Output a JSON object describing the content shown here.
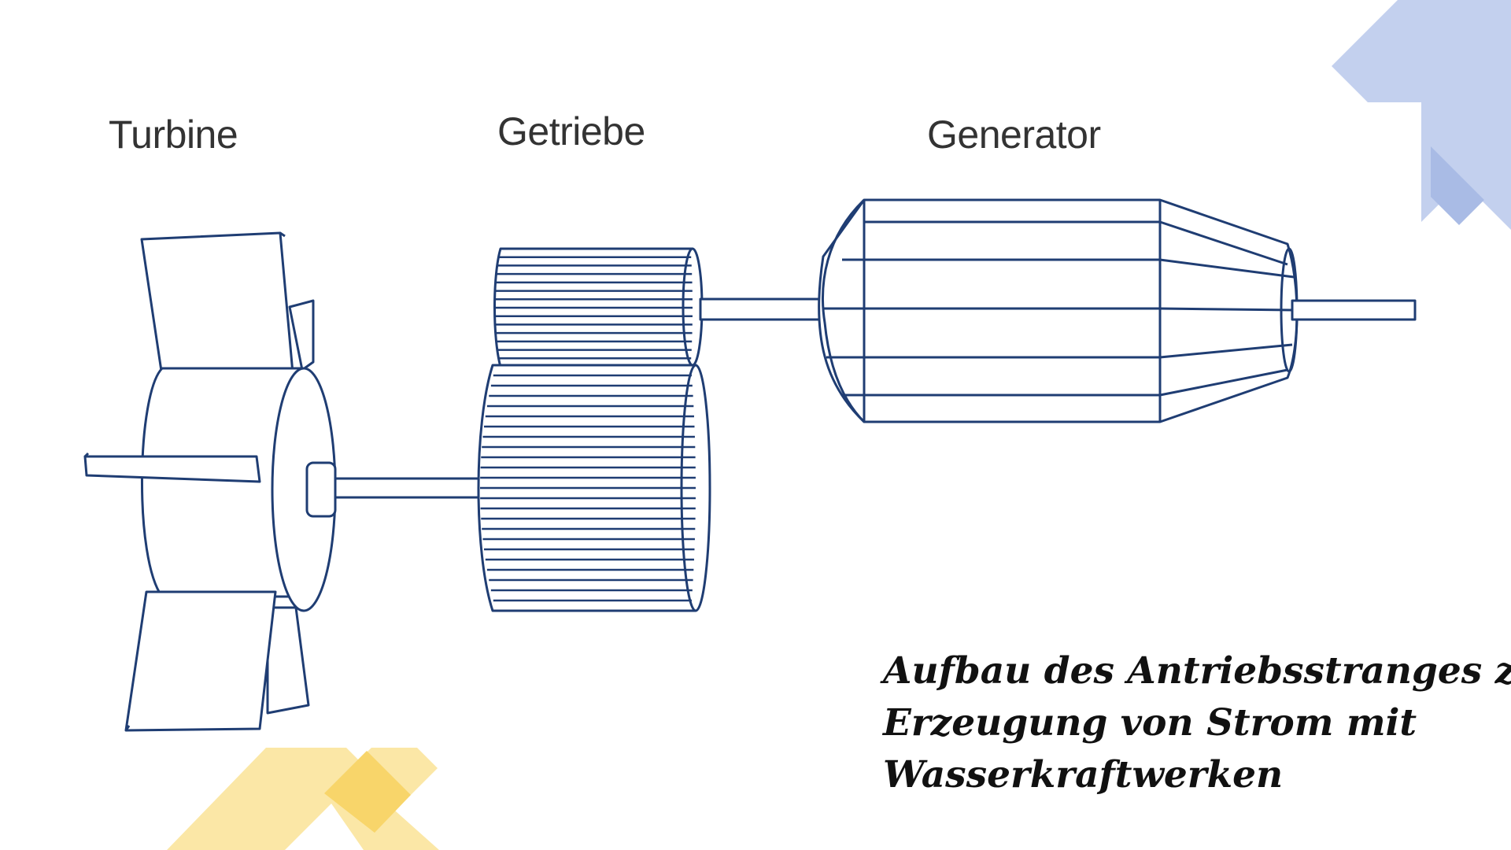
{
  "labels": {
    "turbine": "Turbine",
    "getriebe": "Getriebe",
    "generator": "Generator"
  },
  "caption": {
    "line1": "Aufbau des Antriebsstranges zur",
    "line2": "Erzeugung von Strom mit",
    "line3": "Wasserkraftwerken"
  },
  "colors": {
    "line": "#1f3d73",
    "label_text": "#333333",
    "caption_text": "#111111",
    "deco_blue": "#c3d0ee",
    "deco_blue_dark": "#a9bbe5",
    "deco_yellow": "#fbe7a6",
    "deco_yellow_dark": "#f8d56a"
  }
}
